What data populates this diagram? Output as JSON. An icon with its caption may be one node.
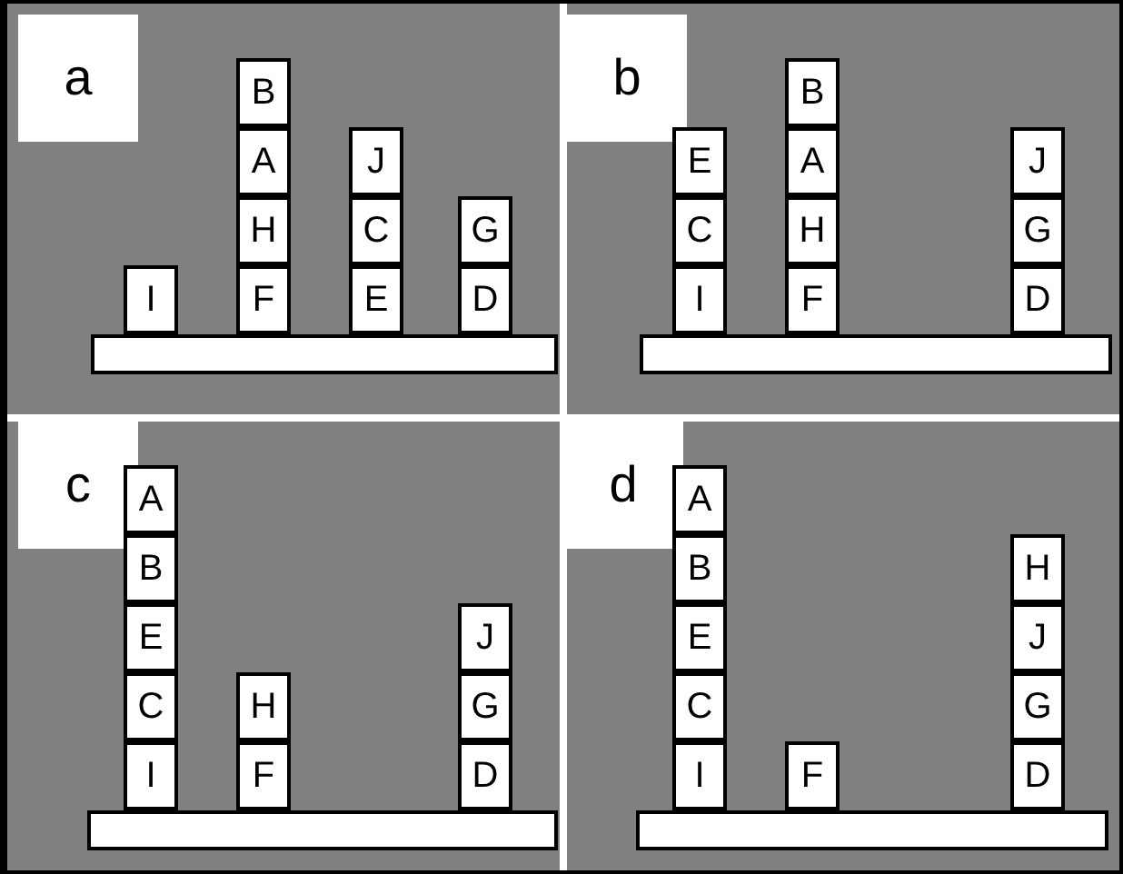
{
  "diagram": {
    "nodes": [
      {
        "text": [],
        "shape": "box"
      },
      {
        "text": [
          "a"
        ],
        "in": 0
      },
      {
        "text": [
          "I"
        ],
        "in": 0
      },
      {
        "text": [
          "B"
        ],
        "in": 0
      },
      {
        "text": [
          "A"
        ],
        "in": 0
      },
      {
        "text": [
          "H"
        ],
        "in": 0
      },
      {
        "text": [
          "F"
        ],
        "in": 0
      },
      {
        "text": [
          "J"
        ],
        "in": 0
      },
      {
        "text": [
          "C"
        ],
        "in": 0
      },
      {
        "text": [
          "E"
        ],
        "in": 0
      },
      {
        "text": [
          "G"
        ],
        "in": 0
      },
      {
        "text": [
          "D"
        ],
        "in": 0
      },
      {
        "text": [],
        "shape": "box"
      },
      {
        "text": [
          "b"
        ],
        "in": 12
      },
      {
        "text": [
          "E"
        ],
        "in": 12
      },
      {
        "text": [
          "C"
        ],
        "in": 12
      },
      {
        "text": [
          "I"
        ],
        "in": 12
      },
      {
        "text": [
          "B"
        ],
        "in": 12
      },
      {
        "text": [
          "A"
        ],
        "in": 12
      },
      {
        "text": [
          "H"
        ],
        "in": 12
      },
      {
        "text": [
          "F"
        ],
        "in": 12
      },
      {
        "text": [
          "J"
        ],
        "in": 12
      },
      {
        "text": [
          "G"
        ],
        "in": 12
      },
      {
        "text": [
          "D"
        ],
        "in": 12
      },
      {
        "text": [],
        "shape": "box"
      },
      {
        "text": [
          "c"
        ],
        "in": 24
      },
      {
        "text": [
          "A"
        ],
        "in": 24
      },
      {
        "text": [
          "B"
        ],
        "in": 24
      },
      {
        "text": [
          "E"
        ],
        "in": 24
      },
      {
        "text": [
          "C"
        ],
        "in": 24
      },
      {
        "text": [
          "I"
        ],
        "in": 24
      },
      {
        "text": [
          "H"
        ],
        "in": 24
      },
      {
        "text": [
          "F"
        ],
        "in": 24
      },
      {
        "text": [
          "J"
        ],
        "in": 24
      },
      {
        "text": [
          "G"
        ],
        "in": 24
      },
      {
        "text": [
          "D"
        ],
        "in": 24
      },
      {
        "text": [],
        "shape": "box"
      },
      {
        "text": [
          "d"
        ],
        "in": 36
      },
      {
        "text": [
          "A"
        ],
        "in": 36
      },
      {
        "text": [
          "B"
        ],
        "in": 36
      },
      {
        "text": [
          "E"
        ],
        "in": 36
      },
      {
        "text": [
          "C"
        ],
        "in": 36
      },
      {
        "text": [
          "I"
        ],
        "in": 36
      },
      {
        "text": [
          "F"
        ],
        "in": 36
      },
      {
        "text": [
          "H"
        ],
        "in": 36
      },
      {
        "text": [
          "J"
        ],
        "in": 36
      },
      {
        "text": [
          "G"
        ],
        "in": 36
      },
      {
        "text": [
          "D"
        ],
        "in": 36
      },
      {
        "text": [],
        "shape": "bar",
        "in": 0
      },
      {
        "text": [],
        "shape": "bar",
        "in": 12
      },
      {
        "text": [],
        "shape": "bar",
        "in": 24
      },
      {
        "text": [],
        "shape": "bar",
        "in": 36
      }
    ]
  }
}
